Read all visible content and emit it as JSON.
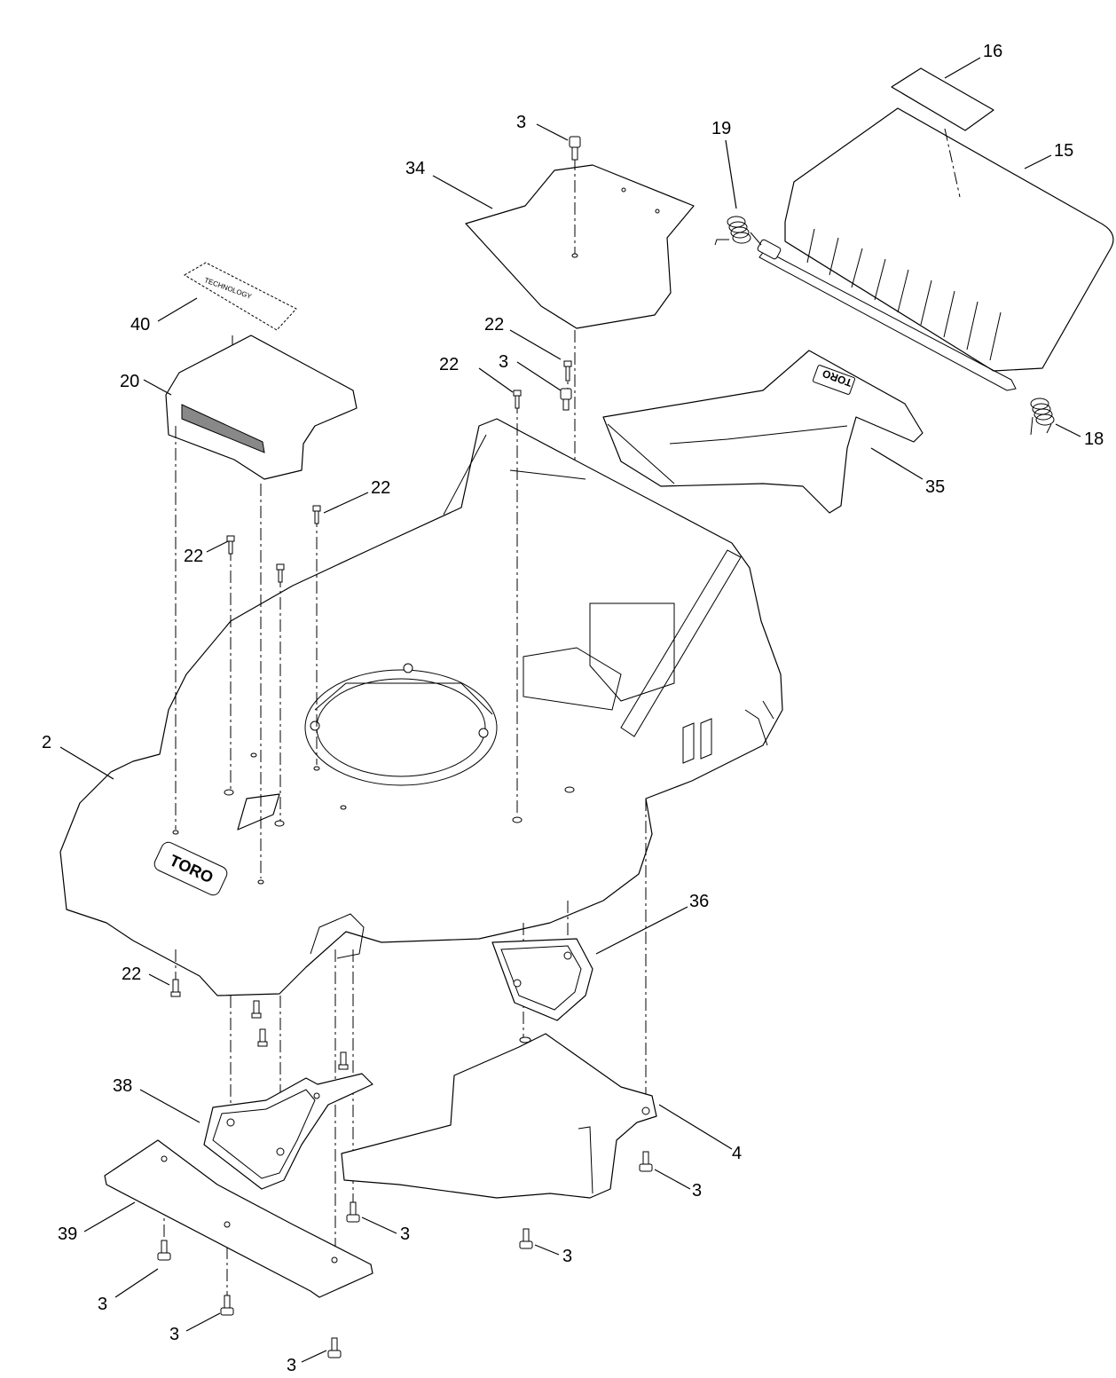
{
  "callouts": [
    {
      "id": "c16",
      "text": "16"
    },
    {
      "id": "c15",
      "text": "15"
    },
    {
      "id": "c19",
      "text": "19"
    },
    {
      "id": "c18",
      "text": "18"
    },
    {
      "id": "c3a",
      "text": "3"
    },
    {
      "id": "c34",
      "text": "34"
    },
    {
      "id": "c40",
      "text": "40"
    },
    {
      "id": "c20",
      "text": "20"
    },
    {
      "id": "c22a",
      "text": "22"
    },
    {
      "id": "c22b",
      "text": "22"
    },
    {
      "id": "c3b",
      "text": "3"
    },
    {
      "id": "c35",
      "text": "35"
    },
    {
      "id": "c22c",
      "text": "22"
    },
    {
      "id": "c22d",
      "text": "22"
    },
    {
      "id": "c2",
      "text": "2"
    },
    {
      "id": "c36",
      "text": "36"
    },
    {
      "id": "c22e",
      "text": "22"
    },
    {
      "id": "c38",
      "text": "38"
    },
    {
      "id": "c4",
      "text": "4"
    },
    {
      "id": "c3c",
      "text": "3"
    },
    {
      "id": "c3d",
      "text": "3"
    },
    {
      "id": "c39",
      "text": "39"
    },
    {
      "id": "c3e",
      "text": "3"
    },
    {
      "id": "c3f",
      "text": "3"
    },
    {
      "id": "c3g",
      "text": "3"
    },
    {
      "id": "c3h",
      "text": "3"
    }
  ],
  "logos": {
    "deck": "TORO",
    "chute": "TORO",
    "label40": "TECHNOLOGY"
  },
  "colors": {
    "line": "#000000",
    "background": "#ffffff"
  }
}
